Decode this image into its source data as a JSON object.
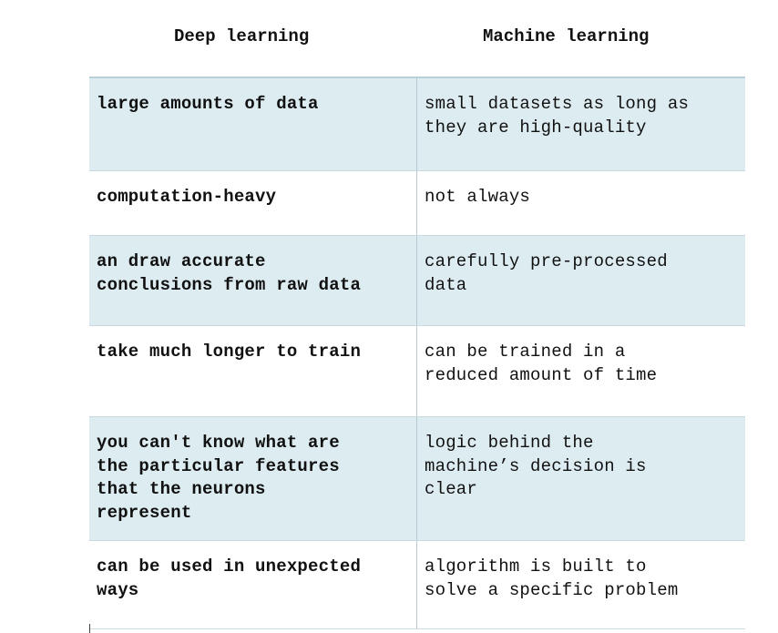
{
  "header": {
    "left": "Deep learning",
    "right": "Machine learning"
  },
  "rows": [
    {
      "left": "large amounts of data",
      "right": "small datasets as long as\nthey are high-quality",
      "shaded": true
    },
    {
      "left": "computation-heavy",
      "right": "not always",
      "shaded": false
    },
    {
      "left": "an draw accurate\nconclusions from raw data",
      "right": "carefully pre-processed\ndata",
      "shaded": true
    },
    {
      "left": "take much longer to train",
      "right": "can be trained in a\nreduced amount of time",
      "shaded": false
    },
    {
      "left": "you can't know what are\nthe particular features\nthat the neurons\nrepresent",
      "right": "logic behind the\nmachine’s decision is\nclear",
      "shaded": true
    },
    {
      "left": "can be used in unexpected\nways",
      "right": "algorithm is built to\nsolve a specific problem",
      "shaded": false
    }
  ]
}
